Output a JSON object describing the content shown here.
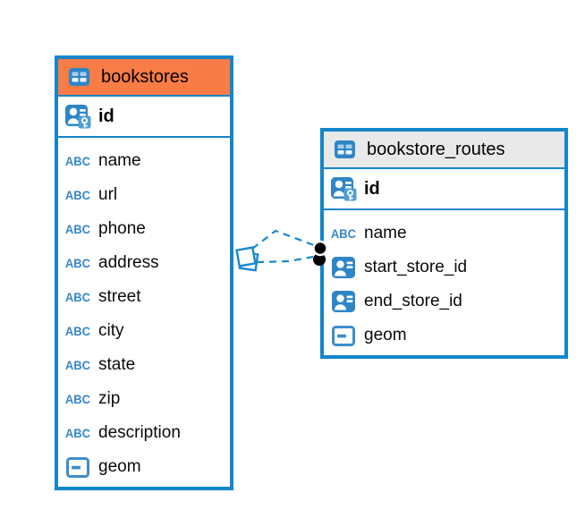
{
  "colors": {
    "table_border": "#1386CB",
    "relationship_line": "#1789CC",
    "icon_blue": "#2E86C8",
    "key_overlay_blue": "#4E9FD8",
    "text_type_glyph_color": "#3787CA",
    "bookstores_header_bg": "#F87C45",
    "bookstore_routes_header_bg": "#E9E9E9",
    "marker_dot": "#000000"
  },
  "icons": {
    "text_type_glyph": "ABC"
  },
  "diagram": {
    "tables": [
      {
        "name": "bookstores",
        "header_bg": "#F87C45",
        "primary_key": "id",
        "columns": [
          {
            "name": "name",
            "type": "text"
          },
          {
            "name": "url",
            "type": "text"
          },
          {
            "name": "phone",
            "type": "text"
          },
          {
            "name": "address",
            "type": "text"
          },
          {
            "name": "street",
            "type": "text"
          },
          {
            "name": "city",
            "type": "text"
          },
          {
            "name": "state",
            "type": "text"
          },
          {
            "name": "zip",
            "type": "text"
          },
          {
            "name": "description",
            "type": "text"
          },
          {
            "name": "geom",
            "type": "geometry"
          }
        ]
      },
      {
        "name": "bookstore_routes",
        "header_bg": "#E9E9E9",
        "primary_key": "id",
        "columns": [
          {
            "name": "name",
            "type": "text"
          },
          {
            "name": "start_store_id",
            "type": "foreign-key"
          },
          {
            "name": "end_store_id",
            "type": "foreign-key"
          },
          {
            "name": "geom",
            "type": "geometry"
          }
        ]
      }
    ],
    "relationship": {
      "from_table": "bookstores",
      "to_table": "bookstore_routes",
      "line_style": "dashed"
    }
  }
}
